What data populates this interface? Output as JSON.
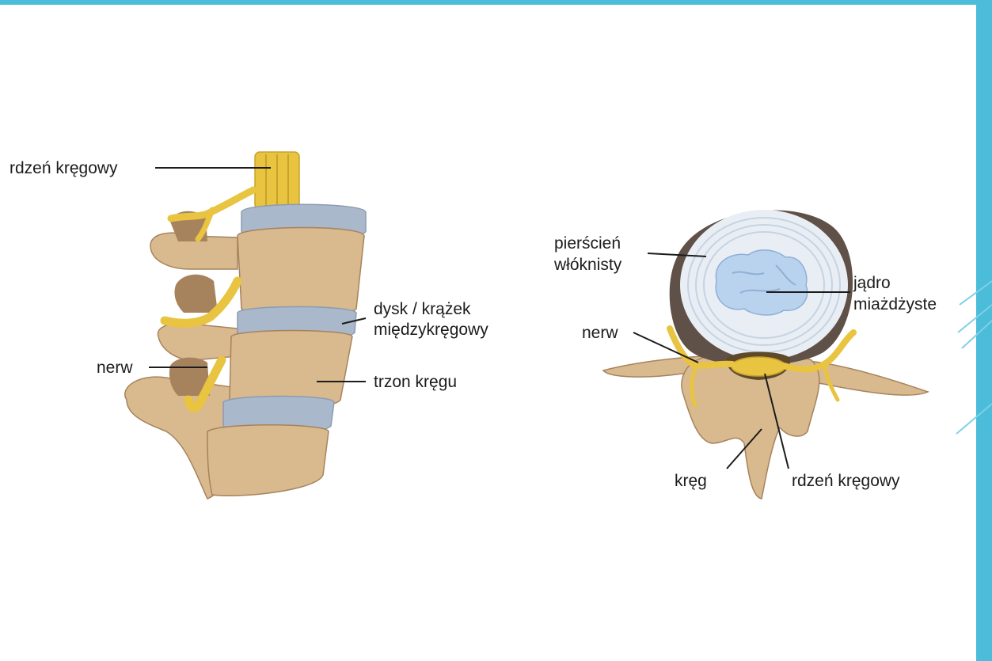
{
  "colors": {
    "accent": "#4bbcd9",
    "bone": "#d9b98e",
    "bone_shadow": "#a7835d",
    "disc": "#aab8cc",
    "nerve": "#e8c441",
    "nucleus": "#b9d3ef"
  },
  "side_view": {
    "labels": {
      "spinal_cord": "rdzeń kręgowy",
      "disc_line1": "dysk / krążek",
      "disc_line2": "międzykręgowy",
      "nerve": "nerw",
      "vertebral_body": "trzon kręgu"
    }
  },
  "top_view": {
    "labels": {
      "annulus_line1": "pierścień",
      "annulus_line2": "włóknisty",
      "nucleus_line1": "jądro",
      "nucleus_line2": "miażdżyste",
      "nerve": "nerw",
      "vertebra": "kręg",
      "spinal_cord": "rdzeń kręgowy"
    }
  }
}
